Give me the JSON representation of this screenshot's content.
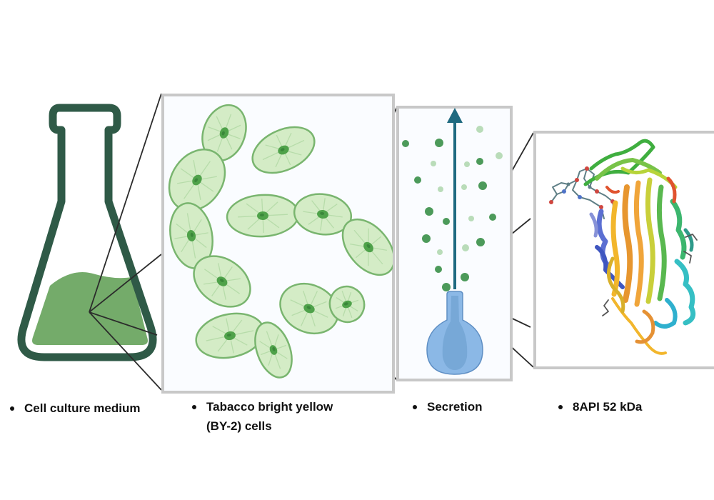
{
  "captions": {
    "flask": "Cell culture medium",
    "cells_line1": "Tabacco bright yellow",
    "cells_line2": "(BY-2) cells",
    "secretion": "Secretion",
    "protein": "8API 52 kDa"
  },
  "colors": {
    "flask_outline": "#2f5a47",
    "medium": "#74ab6a",
    "cell_fill": "#d4ecc6",
    "cell_stroke": "#79b56f",
    "nucleus": "#4fa24a",
    "vesicle": "#4c9a5a",
    "vesicle_pale": "#b9dcb9",
    "arrow": "#1f6a80",
    "cell_body": "#8bb8e6",
    "panel_border": "#c8c8c8",
    "panel_bg": "#fafcff",
    "connector": "#2b2b2b"
  }
}
